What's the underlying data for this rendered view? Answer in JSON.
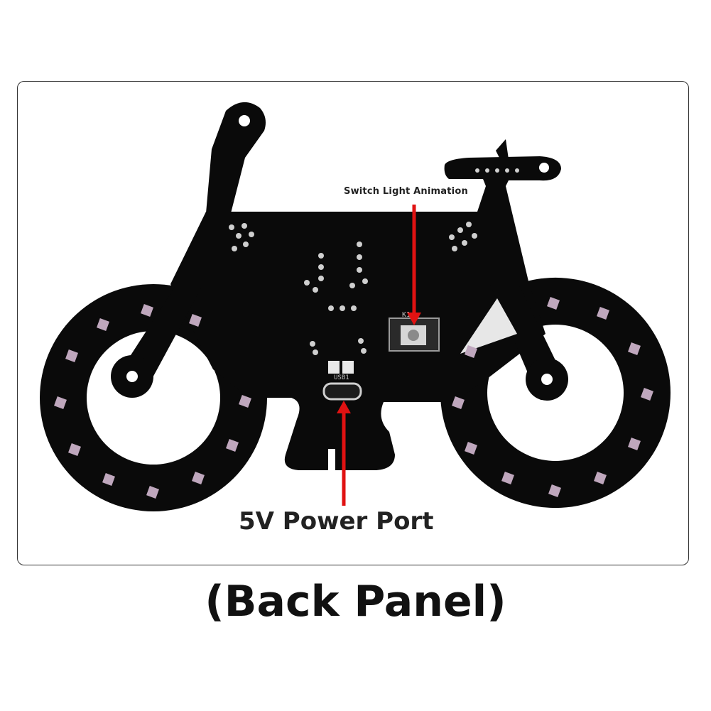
{
  "callouts": {
    "switch_label": "Switch Light Animation",
    "power_label": "5V Power Port"
  },
  "caption": "(Back Panel)",
  "silkscreen": {
    "button_ref": "K1",
    "port_ref": "USB1",
    "plus": "+",
    "minus": "-"
  },
  "colors": {
    "board": "#0a0a0a",
    "led": "#bfa7bd",
    "arrow": "#e01212",
    "frame": "#333333"
  }
}
